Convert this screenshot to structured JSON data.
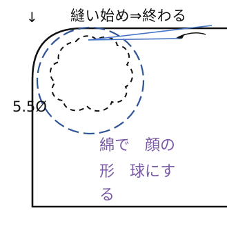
{
  "labels": {
    "arrow": "↓",
    "title": "縫い始め⇒終わる",
    "diameter": "5.5Ø"
  },
  "note": {
    "lines": [
      "綿で　顔の",
      "形　球にす",
      "る"
    ]
  },
  "colors": {
    "outline": "#111111",
    "dashed_circle": "#2f5597",
    "note_text": "#7a5aa6",
    "pointer_lines": "#4472c4"
  }
}
